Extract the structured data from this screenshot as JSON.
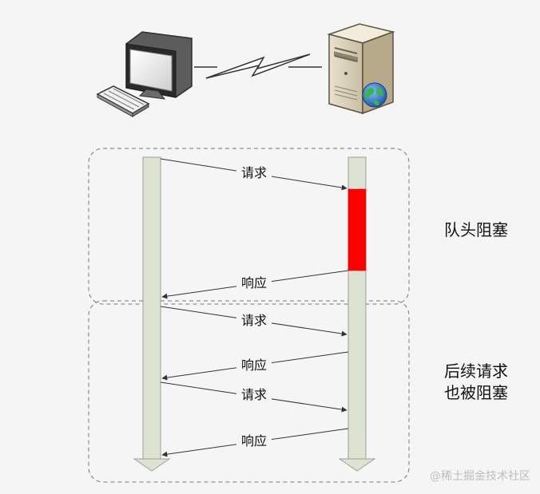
{
  "diagram": {
    "messages": [
      {
        "label": "请求",
        "direction": "client-to-server",
        "group": "head_of_line"
      },
      {
        "label": "响应",
        "direction": "server-to-client",
        "group": "head_of_line"
      },
      {
        "label": "请求",
        "direction": "client-to-server",
        "group": "blocked"
      },
      {
        "label": "响应",
        "direction": "server-to-client",
        "group": "blocked"
      },
      {
        "label": "请求",
        "direction": "client-to-server",
        "group": "blocked"
      },
      {
        "label": "响应",
        "direction": "server-to-client",
        "group": "blocked"
      }
    ],
    "sections": {
      "head_of_line": {
        "lines": [
          "队头阻塞"
        ]
      },
      "blocked": {
        "lines": [
          "后续请求",
          "也被阻塞"
        ]
      }
    },
    "colors": {
      "lifeline_fill": "#dde3d2",
      "lifeline_stroke": "#9aa38c",
      "blocking_block": "#ff0000",
      "arrow": "#333333",
      "dashed_border": "#777777"
    },
    "icons": {
      "client": "desktop-computer-icon",
      "server": "server-tower-icon",
      "connection": "lightning-link-icon",
      "network": "globe-icon"
    }
  },
  "watermark": "@稀土掘金技术社区"
}
